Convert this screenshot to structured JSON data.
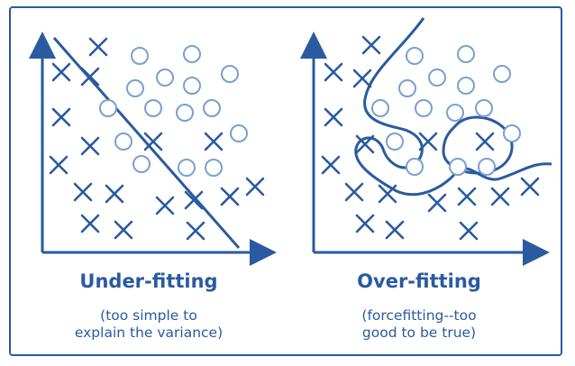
{
  "colors": {
    "ink": "#2a5aa0",
    "circle_ink": "#7aa0cf"
  },
  "panels": [
    {
      "title": "Under-fitting",
      "subtitle_line1": "(too simple to",
      "subtitle_line2": "explain the variance)"
    },
    {
      "title": "Over-fitting",
      "subtitle_line1": "(forcefitting--too",
      "subtitle_line2": "good to be true)"
    }
  ],
  "legend_symbols": [
    "cross",
    "circle"
  ]
}
